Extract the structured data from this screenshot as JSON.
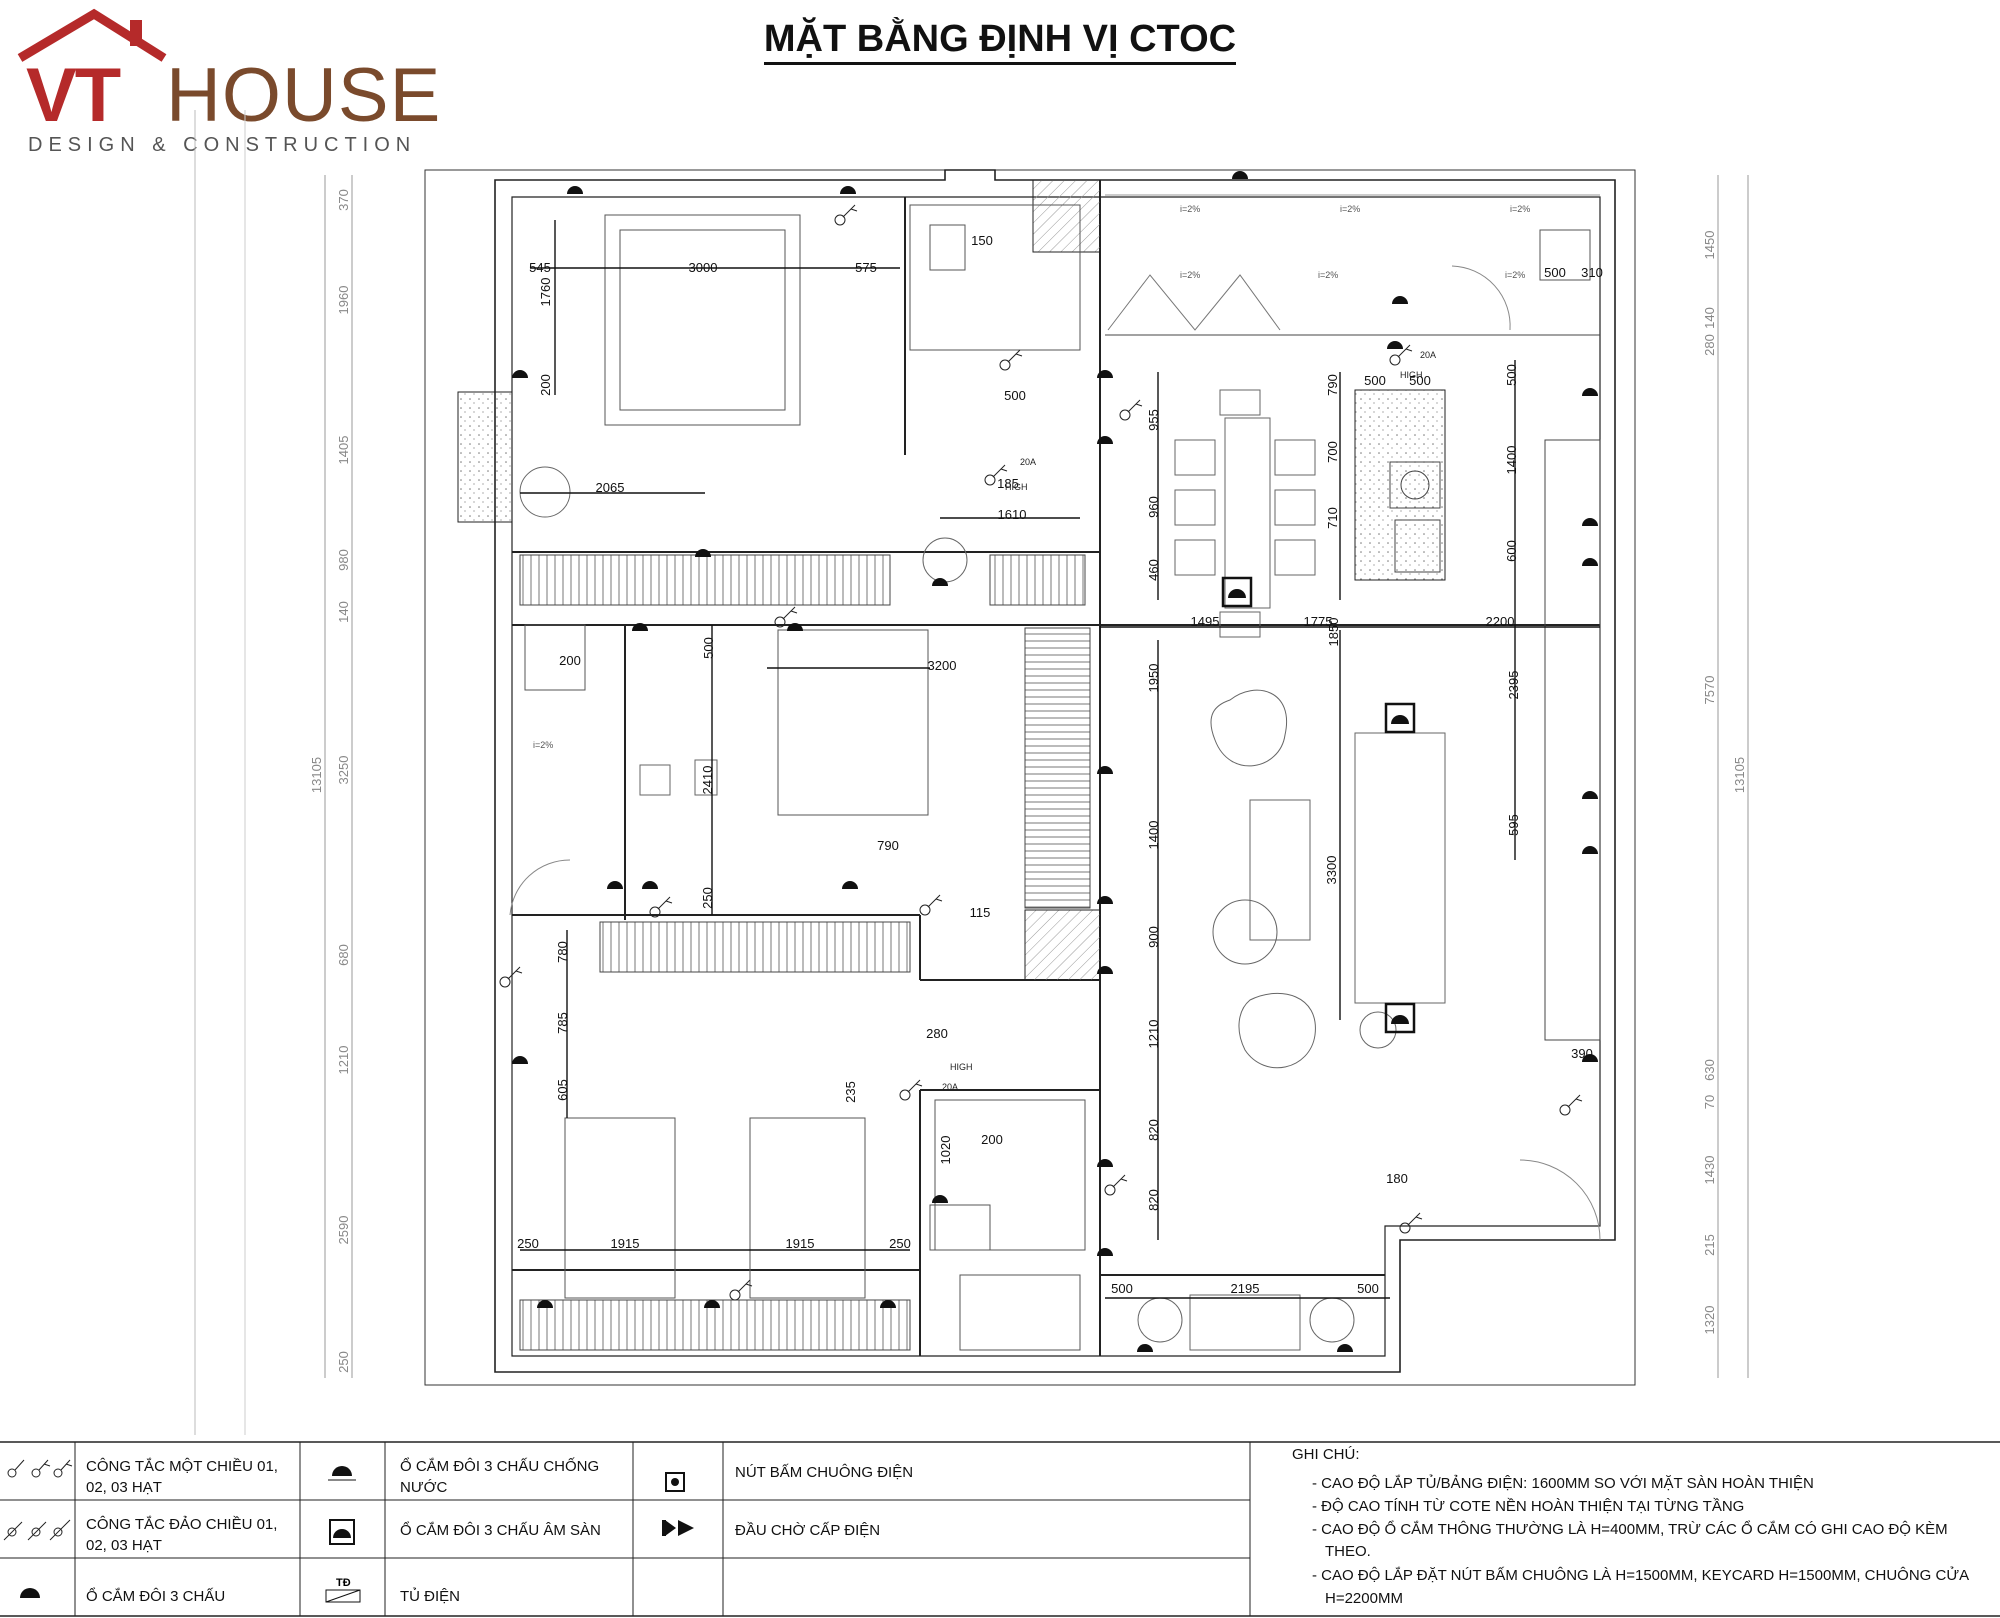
{
  "header": {
    "logo_vt": "VT",
    "logo_house": "HOUSE",
    "logo_sub": "DESIGN & CONSTRUCTION",
    "title": "MẶT BẰNG ĐỊNH VỊ CTOC"
  },
  "plan": {
    "dims_left": [
      "370",
      "1960",
      "1405",
      "980",
      "140",
      "3250",
      "680",
      "1210",
      "2590",
      "250"
    ],
    "dims_left_total": "13105",
    "dims_right": [
      "1450",
      "140",
      "280",
      "7570",
      "630",
      "70",
      "1430",
      "215",
      "1320"
    ],
    "dims_right_total": "13105",
    "dims_interior": [
      "545",
      "3000",
      "575",
      "1760",
      "200",
      "150",
      "2065",
      "500",
      "1610",
      "185",
      "955",
      "960",
      "460",
      "790",
      "700",
      "710",
      "500",
      "500",
      "500",
      "1400",
      "600",
      "1495",
      "1775",
      "2200",
      "1850",
      "200",
      "500",
      "3200",
      "2410",
      "250",
      "790",
      "115",
      "1950",
      "1400",
      "900",
      "2395",
      "595",
      "3300",
      "780",
      "785",
      "605",
      "280",
      "235",
      "1020",
      "200",
      "1210",
      "820",
      "820",
      "250",
      "1915",
      "1915",
      "250",
      "500",
      "2195",
      "500",
      "180",
      "390",
      "500",
      "310"
    ],
    "slope_labels": [
      "i=2%",
      "i=2%",
      "i=2%",
      "i=2%",
      "i=2%",
      "i=2%",
      "i=2%"
    ],
    "height_tags": [
      "HIGH",
      "20A",
      "HIGH",
      "20A",
      "HIGH",
      "20A"
    ]
  },
  "legend": {
    "items": [
      {
        "label": "CÔNG TẮC MỘT CHIỀU 01, 02, 03 HẠT"
      },
      {
        "label": "CÔNG TẮC ĐẢO CHIỀU 01, 02, 03 HẠT"
      },
      {
        "label": "Ổ CẮM ĐÔI 3 CHẤU"
      },
      {
        "label": "Ổ CẮM ĐÔI 3 CHẤU CHỐNG NƯỚC"
      },
      {
        "label": "Ổ CẮM ĐÔI 3 CHẤU ÂM SÀN"
      },
      {
        "label": "TỦ ĐIỆN",
        "symbol_text": "TĐ"
      },
      {
        "label": "NÚT BẤM CHUÔNG ĐIỆN"
      },
      {
        "label": "ĐẦU CHỜ CẤP ĐIỆN"
      }
    ],
    "notes_title": "GHI CHÚ:",
    "notes": [
      "- CAO ĐỘ LẮP TỦ/BẢNG ĐIỆN: 1600MM SO VỚI MẶT SÀN HOÀN THIỆN",
      "- ĐỘ CAO TÍNH TỪ COTE NỀN HOÀN THIỆN TẠI TỪNG TẦNG",
      "- CAO ĐỘ Ổ CẮM THÔNG THƯỜNG LÀ H=400MM, TRỪ CÁC Ổ CẮM CÓ GHI CAO ĐỘ KÈM",
      "THEO.",
      "- CAO ĐỘ LẮP ĐẶT NÚT BẤM CHUÔNG LÀ H=1500MM, KEYCARD H=1500MM, CHUÔNG CỬA",
      "H=2200MM"
    ]
  },
  "colors": {
    "logo_red": "#b52a2a",
    "logo_brown": "#7a4a2c",
    "line": "#111111",
    "wall_fill": "#f3f3f3"
  }
}
